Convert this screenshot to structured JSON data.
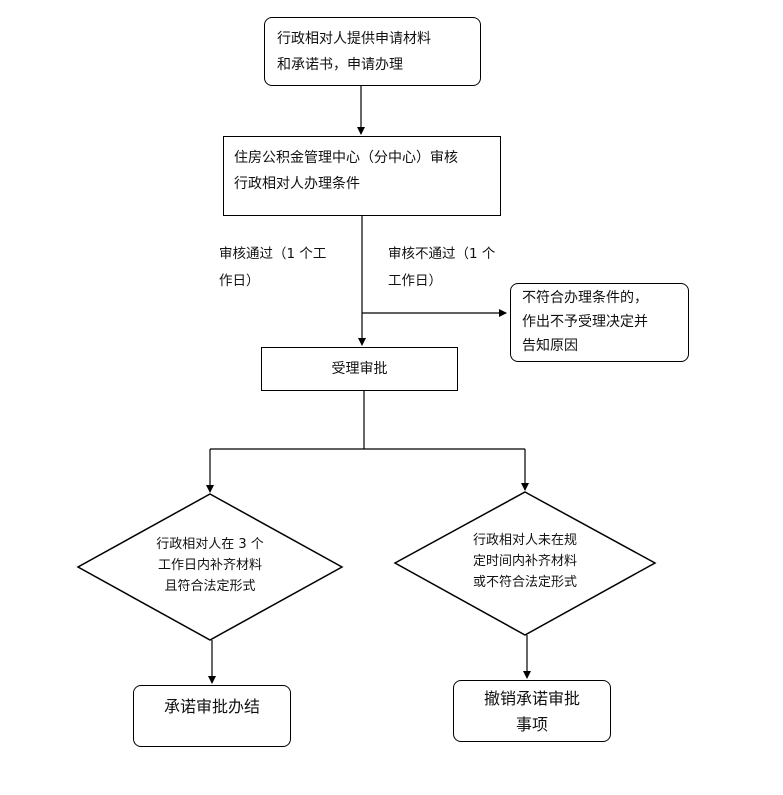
{
  "nodes": {
    "apply": "行政相对人提供申请材料\n和承诺书，申请办理",
    "review": "住房公积金管理中心（分中心）审核\n行政相对人办理条件",
    "accept": "受理审批",
    "reject": "不符合办理条件的，\n作出不予受理决定并\n告知原因",
    "cond_ok": "行政相对人在 3 个\n工作日内补齐材料\n且符合法定形式",
    "cond_fail": "行政相对人未在规\n定时间内补齐材料\n或不符合法定形式",
    "done": "承诺审批办结",
    "revoke": "撤销承诺审批\n事项"
  },
  "edges": {
    "pass": "审核通过（1 个工\n作日）",
    "fail": "审核不通过（1 个\n工作日）"
  }
}
